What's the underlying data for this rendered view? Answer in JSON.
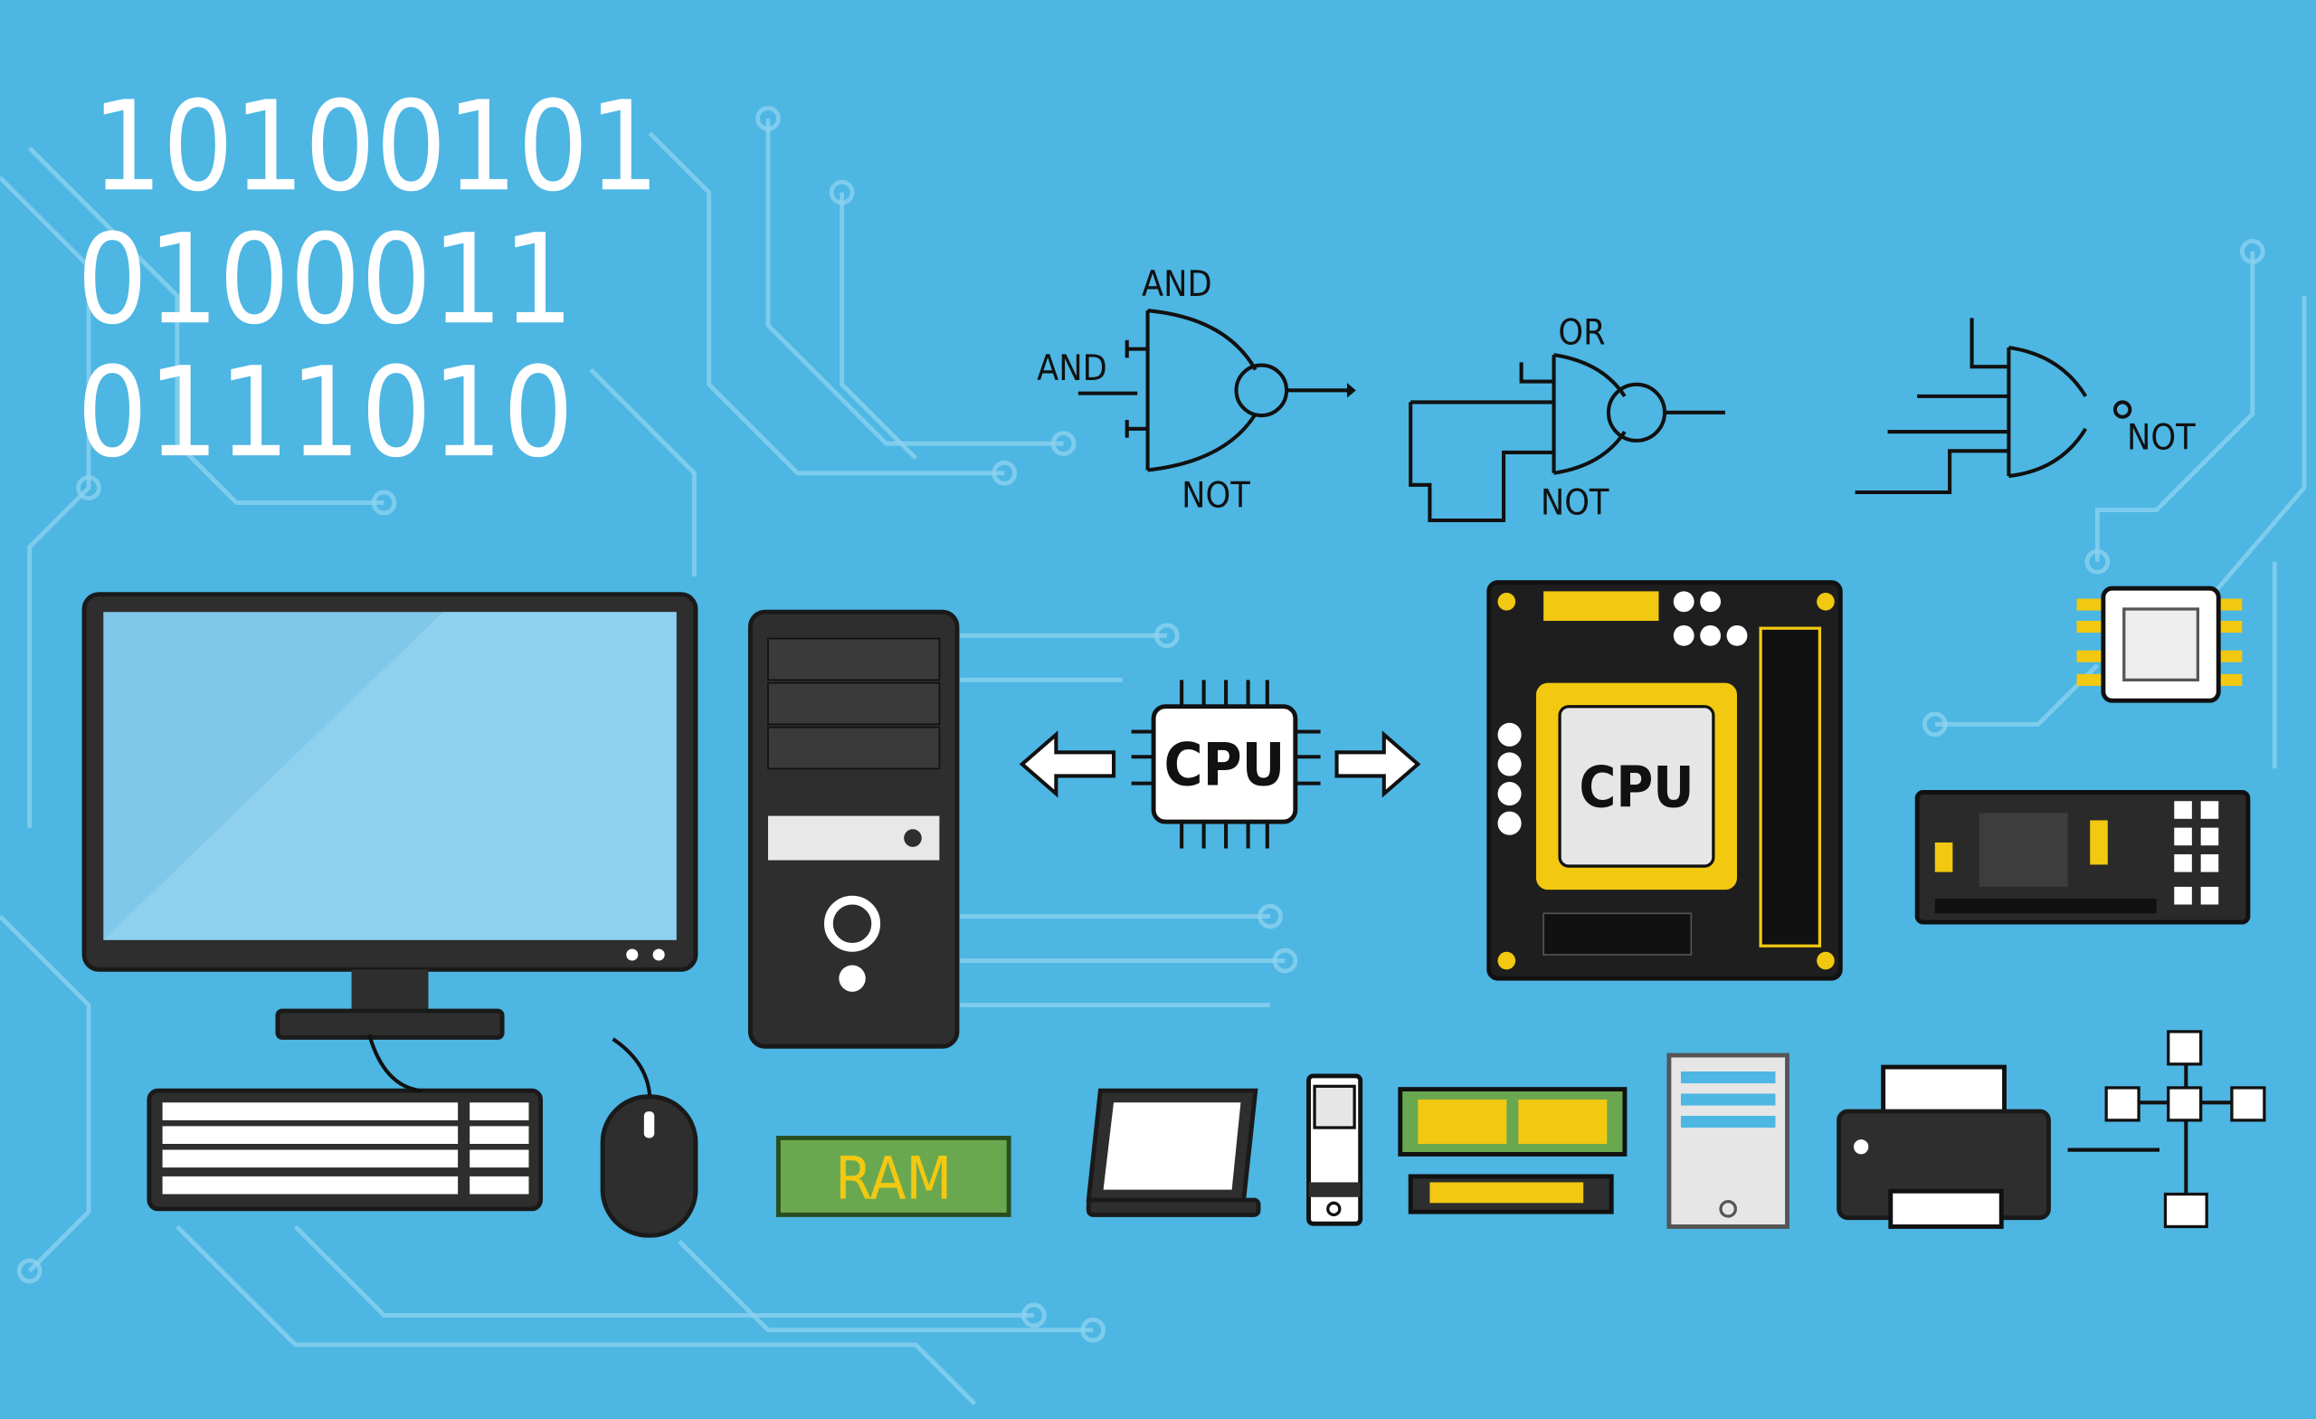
{
  "binary": {
    "lines": [
      "10100101",
      "0100011",
      "0111010"
    ]
  },
  "logic_gates": {
    "gate1": {
      "top_label": "AND",
      "left_label": "AND",
      "bottom_label": "NOT"
    },
    "gate2": {
      "top_label": "OR",
      "bottom_label": "NOT"
    },
    "gate3": {
      "right_label": "NOT"
    }
  },
  "cpu_chip": {
    "label": "CPU"
  },
  "motherboard": {
    "cpu_label": "CPU"
  },
  "ram_stick": {
    "label": "RAM"
  },
  "colors": {
    "background": "#4db6e3",
    "trace": "#8fd3f0",
    "device_dark": "#2e2e2e",
    "screen": "#7fc8ea",
    "gold": "#f2c811",
    "ram_green": "#6aa84f"
  }
}
